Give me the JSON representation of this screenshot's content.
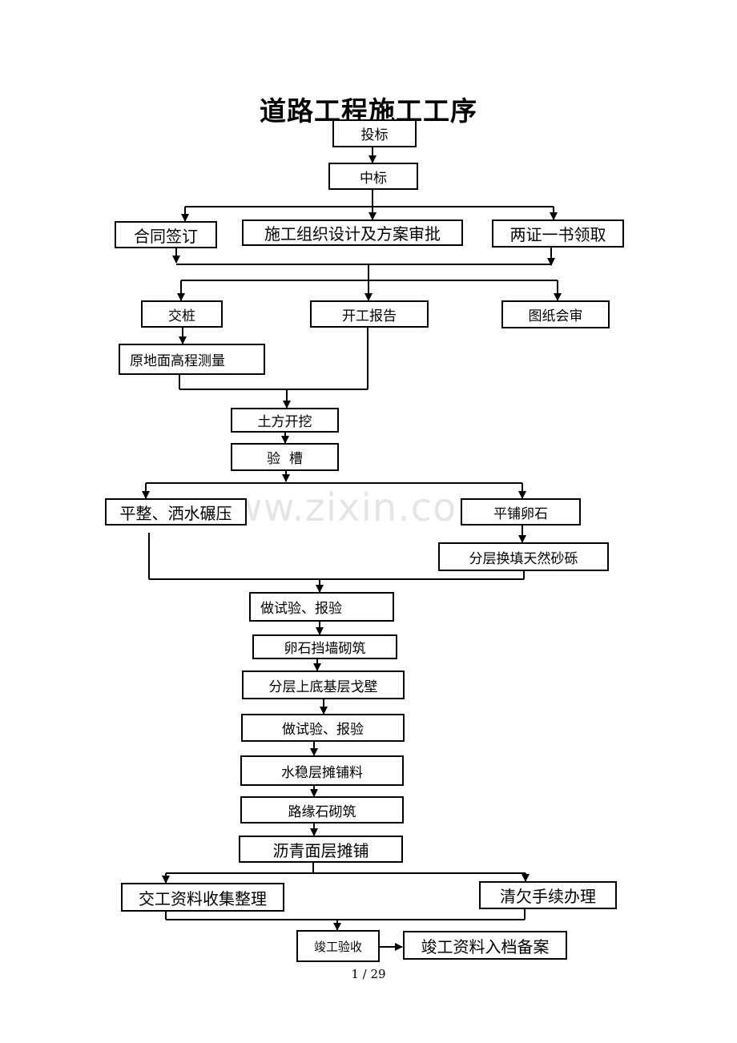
{
  "title": "道路工程施工工序",
  "watermark": "www.zixin.com.cn",
  "steps": {
    "bid": "投标",
    "award": "中标",
    "contract": "合同签订",
    "design": "施工组织设计及方案审批",
    "permits": "两证一书领取",
    "stake": "交桩",
    "start_report": "开工报告",
    "drawing_review": "图纸会审",
    "ground_survey": "原地面高程测量",
    "excavation": "土方开挖",
    "trench_check": "验  槽",
    "leveling": "平整、洒水碾压",
    "pebble_spread": "平铺卵石",
    "gravel_fill": "分层换填天然砂砾",
    "test1": "做试验、报验",
    "retaining_wall": "卵石挡墙砌筑",
    "subbase": "分层上底基层戈壁",
    "test2": "做试验、报验",
    "stabilized": "水稳层摊铺料",
    "curb": "路缘石砌筑",
    "asphalt": "沥青面层摊铺",
    "handover_docs": "交工资料收集整理",
    "clear_procedures": "清欠手续办理",
    "acceptance": "竣工验收",
    "archive": "竣工资料入档备案"
  },
  "page_number": "1  / 29"
}
